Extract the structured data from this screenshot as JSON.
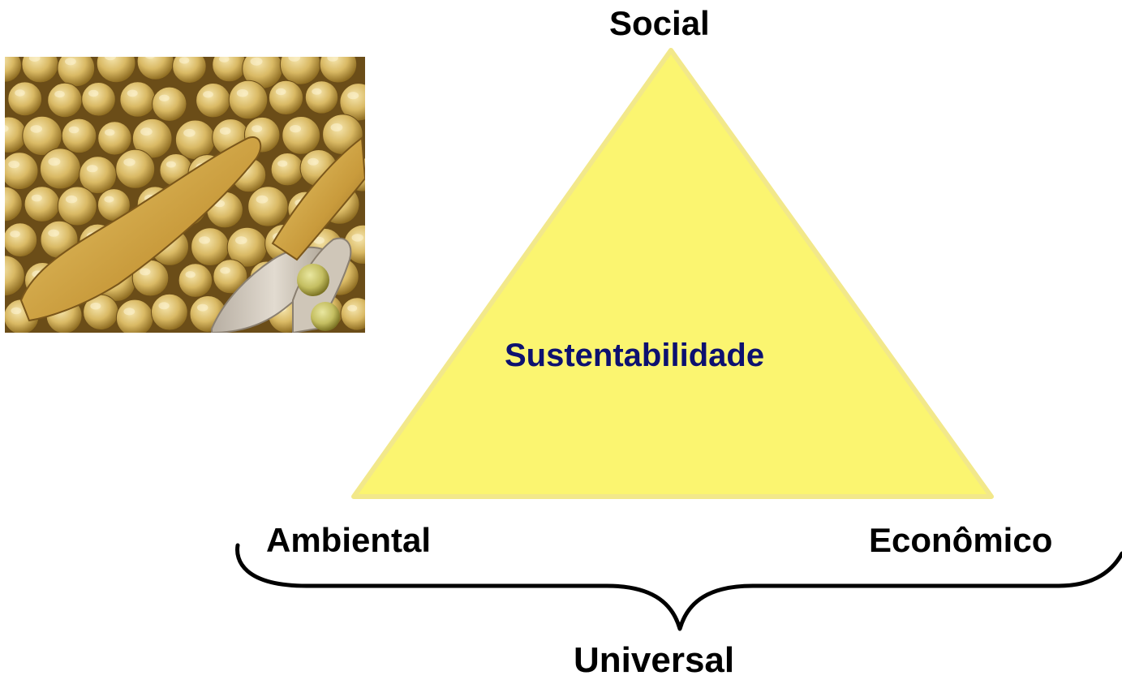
{
  "diagram": {
    "top_label": "Social",
    "left_label": "Ambiental",
    "right_label": "Econômico",
    "center_label": "Sustentabilidade",
    "bottom_label": "Universal",
    "triangle_color": "#fbf570",
    "triangle_edge_color": "#f2e88a",
    "center_text_color": "#0d1170"
  },
  "photo": {
    "subject": "soybeans-and-pods"
  }
}
